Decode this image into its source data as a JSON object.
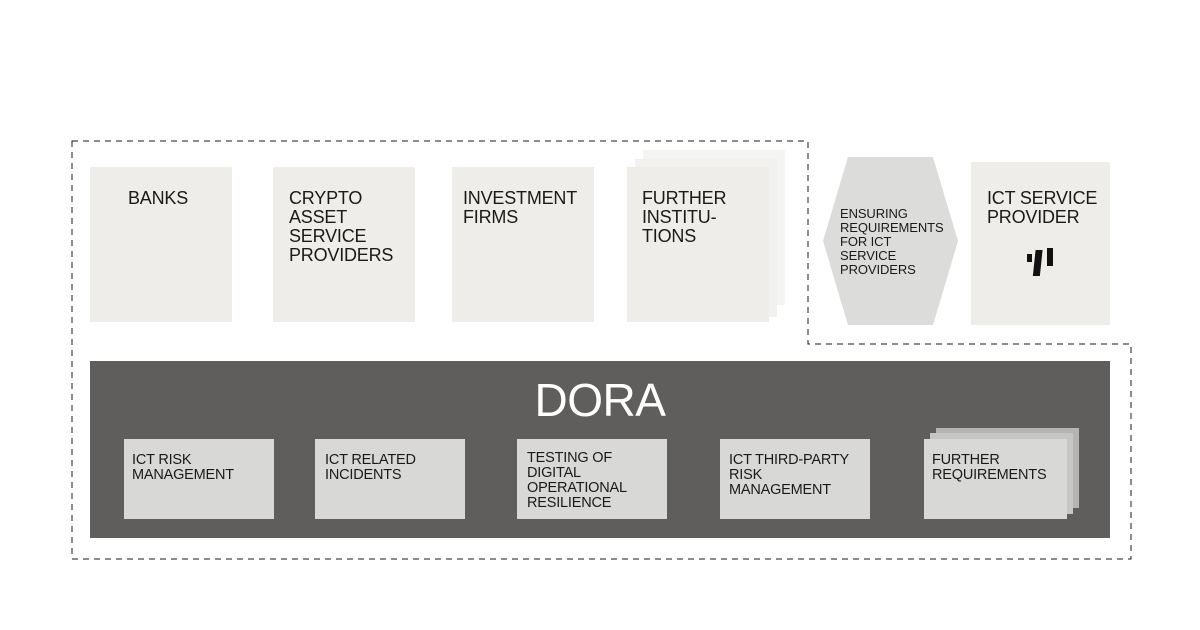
{
  "institutions": [
    {
      "id": "banks",
      "label": "BANKS"
    },
    {
      "id": "crypto",
      "label": "CRYPTO\nASSET\nSERVICE\nPROVIDERS"
    },
    {
      "id": "investment",
      "label": "INVESTMENT\nFIRMS"
    },
    {
      "id": "further",
      "label": "FURTHER\nINSTITU-\nTIONS"
    }
  ],
  "ensuring": {
    "label": "ENSURING\nREQUIREMENTS\nFOR ICT\nSERVICE\nPROVIDERS",
    "color": "#dcdcdb"
  },
  "provider": {
    "label": "ICT SERVICE\nPROVIDER",
    "logo_icon": "provider-logo-icon"
  },
  "dora": {
    "title": "DORA",
    "color": "#5f5e5c",
    "requirements": [
      {
        "id": "risk",
        "label": "ICT RISK\nMANAGEMENT"
      },
      {
        "id": "incidents",
        "label": "ICT RELATED\nINCIDENTS"
      },
      {
        "id": "testing",
        "label": "TESTING OF\nDIGITAL\nOPERATIONAL\nRESILIENCE"
      },
      {
        "id": "third-party",
        "label": "ICT THIRD-PARTY\nRISK\nMANAGEMENT"
      },
      {
        "id": "further-req",
        "label": "FURTHER\nREQUIREMENTS"
      }
    ]
  },
  "colors": {
    "card": "#eeedea",
    "req_box": "#d8d8d7",
    "dash": "#1a1a1a"
  }
}
